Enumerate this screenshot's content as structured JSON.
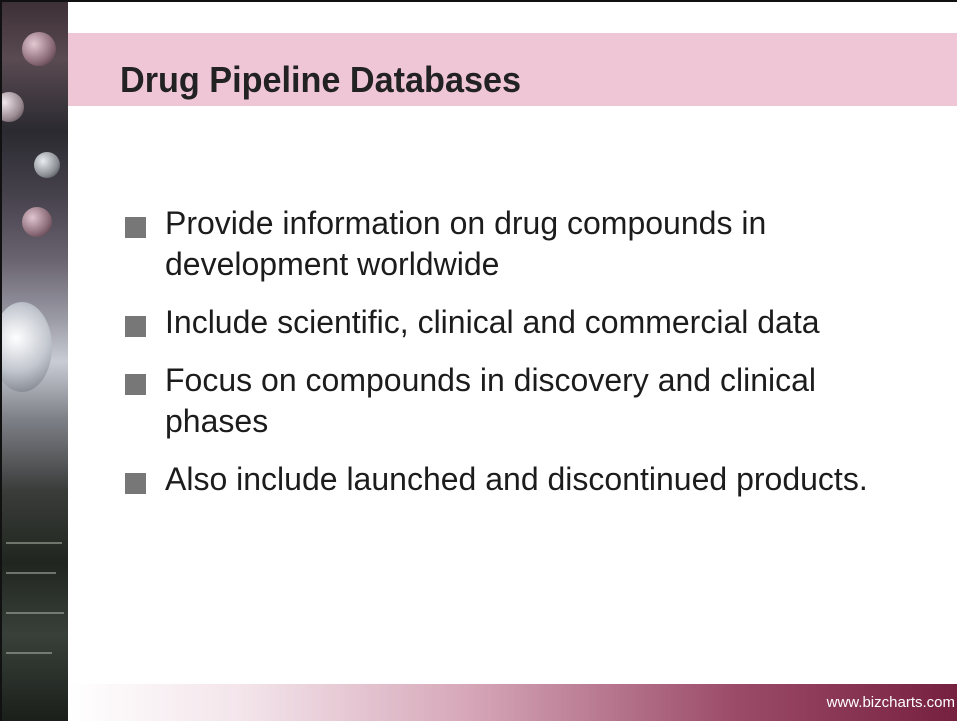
{
  "slide": {
    "title": "Drug Pipeline Databases",
    "bullets": [
      "Provide information on drug compounds in development worldwide",
      "Include scientific, clinical and commercial data",
      "Focus on compounds in discovery and clinical phases",
      "Also include launched and discontinued products."
    ],
    "footer_url": "www.bizcharts.com"
  },
  "colors": {
    "header_band": "#efc6d6",
    "bullet_marker": "#777777",
    "footer_end": "#76203f"
  }
}
